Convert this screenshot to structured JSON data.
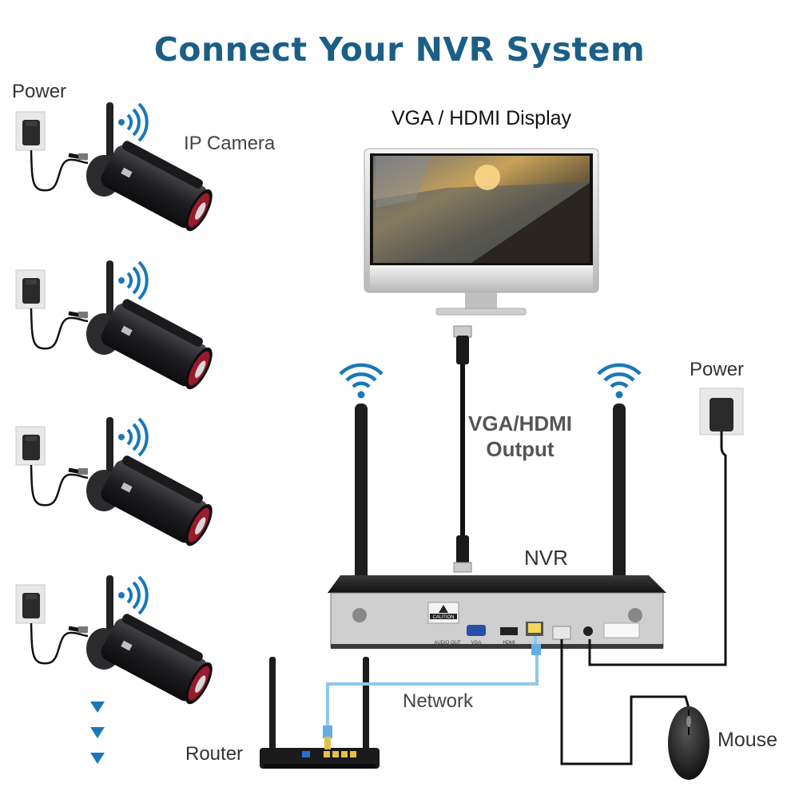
{
  "title": "Connect Your NVR System",
  "labels": {
    "power_left": "Power",
    "ip_camera": "IP Camera",
    "display": "VGA / HDMI Display",
    "output_line1": "VGA/HDMI",
    "output_line2": "Output",
    "nvr": "NVR",
    "power_right": "Power",
    "network": "Network",
    "router": "Router",
    "mouse": "Mouse"
  },
  "nvr_ports": [
    "AUDIO OUT",
    "VGA",
    "HDMI"
  ],
  "nvr_sticker": "CAUTION",
  "camera_count": 4,
  "colors": {
    "title": "#1b5f86",
    "wifi": "#1a78b8",
    "network_cable": "#8ec8e8",
    "camera_ring": "#9a1a2e",
    "more_arrows": "#1a78b8"
  },
  "icons": [
    "wifi-icon",
    "power-adapter-icon",
    "camera-icon",
    "monitor-icon",
    "router-icon",
    "mouse-icon",
    "more-arrow-icon"
  ]
}
